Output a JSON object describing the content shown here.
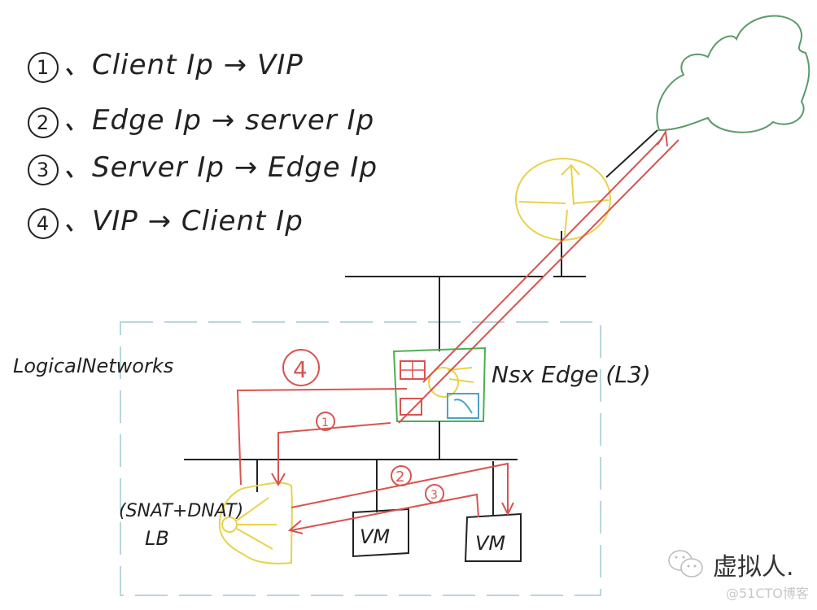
{
  "legend": {
    "items": [
      {
        "num": "1",
        "from": "Client Ip",
        "arrow": "→",
        "to": "VIP"
      },
      {
        "num": "2",
        "from": "Edge Ip",
        "arrow": "→",
        "to": "server Ip"
      },
      {
        "num": "3",
        "from": "Server Ip",
        "arrow": "→",
        "to": "Edge Ip"
      },
      {
        "num": "4",
        "from": "VIP",
        "arrow": "→",
        "to": "Client Ip"
      }
    ]
  },
  "labels": {
    "logical_networks": "LogicalNetworks",
    "nsx_edge": "Nsx Edge (L3)",
    "lb_mode": "(SNAT+DNAT)",
    "lb": "LB",
    "vm1": "VM",
    "vm2": "VM",
    "step1": "1",
    "step2": "2",
    "step3": "3",
    "step4": "4"
  },
  "nodes": {
    "internet": "cloud",
    "router": "router",
    "edge": "nsx-edge",
    "load_balancer": "load-balancer",
    "vms": [
      "VM",
      "VM"
    ]
  },
  "colors": {
    "ink": "#222222",
    "traffic": "#d9534f",
    "cloud": "#5a9a6a",
    "router": "#e8d24a",
    "edge_box": "#4caf50",
    "boundary": "#b8d6dc"
  },
  "watermark": {
    "icon": "wechat-icon",
    "name": "虚拟人.",
    "source": "@51CTO博客"
  }
}
